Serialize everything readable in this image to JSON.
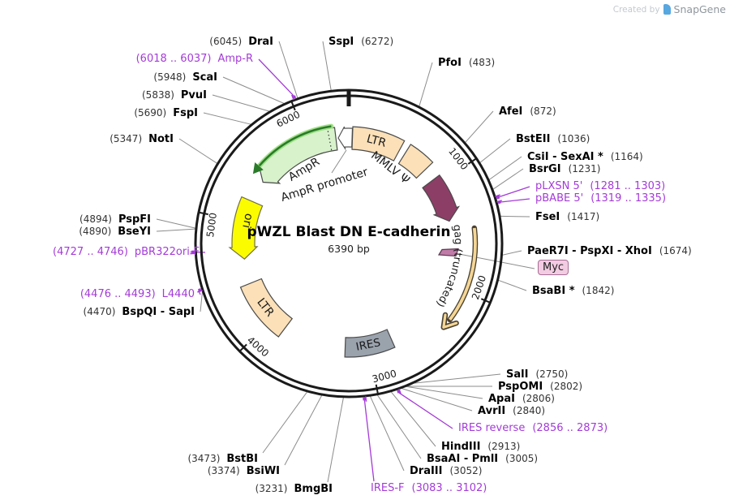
{
  "watermark": {
    "created_by": "Created by",
    "brand": "SnapGene"
  },
  "plasmid": {
    "title": "pWZL Blast DN E-cadherin",
    "length_label": "6390 bp",
    "tick_labels": [
      "1000",
      "2000",
      "3000",
      "4000",
      "5000",
      "6000"
    ]
  },
  "features": {
    "ampr": {
      "label": "AmpR",
      "color": "#D8F2CC"
    },
    "ampr_promoter": {
      "label": "AmpR promoter",
      "color": "#FFFFFF"
    },
    "ltr5": {
      "label": "LTR",
      "color": "#FBE0B8"
    },
    "mmlv_psi": {
      "label": "MMLV Ψ",
      "color": "#FBE0B8"
    },
    "gag": {
      "label": "gag (truncated)",
      "color": "#8C3E66"
    },
    "myc": {
      "label": "Myc",
      "color": "#C07BA8"
    },
    "ires": {
      "label": "IRES",
      "color": "#9AA2AC"
    },
    "ltr3": {
      "label": "LTR",
      "color": "#FBE0B8"
    },
    "ori": {
      "label": "ori",
      "color": "#FCFC00"
    }
  },
  "labels": [
    {
      "type": "enzyme",
      "name": "DraI",
      "pos": "(6045)"
    },
    {
      "type": "primer",
      "name": "Amp-R",
      "pos": "(6018 .. 6037)"
    },
    {
      "type": "enzyme",
      "name": "ScaI",
      "pos": "(5948)"
    },
    {
      "type": "enzyme",
      "name": "PvuI",
      "pos": "(5838)"
    },
    {
      "type": "enzyme",
      "name": "FspI",
      "pos": "(5690)"
    },
    {
      "type": "enzyme",
      "name": "NotI",
      "pos": "(5347)"
    },
    {
      "type": "enzyme",
      "name": "PspFI",
      "pos": "(4894)"
    },
    {
      "type": "enzyme",
      "name": "BseYI",
      "pos": "(4890)"
    },
    {
      "type": "primer",
      "name": "pBR322ori-F",
      "pos": "(4727 .. 4746)"
    },
    {
      "type": "primer",
      "name": "L4440",
      "pos": "(4476 .. 4493)"
    },
    {
      "type": "enzyme",
      "name": "BspQI - SapI",
      "pos": "(4470)"
    },
    {
      "type": "enzyme",
      "name": "BstBI",
      "pos": "(3473)"
    },
    {
      "type": "enzyme",
      "name": "BsiWI",
      "pos": "(3374)"
    },
    {
      "type": "enzyme",
      "name": "BmgBI",
      "pos": "(3231)"
    },
    {
      "type": "primer",
      "name": "IRES-F",
      "pos": "(3083 .. 3102)"
    },
    {
      "type": "enzyme",
      "name": "SspI",
      "pos": "(6272)"
    },
    {
      "type": "enzyme",
      "name": "PfoI",
      "pos": "(483)"
    },
    {
      "type": "enzyme",
      "name": "AfeI",
      "pos": "(872)"
    },
    {
      "type": "enzyme",
      "name": "BstEII",
      "pos": "(1036)"
    },
    {
      "type": "enzyme",
      "name": "CsiI - SexAI *",
      "pos": "(1164)"
    },
    {
      "type": "enzyme",
      "name": "BsrGI",
      "pos": "(1231)"
    },
    {
      "type": "primer",
      "name": "pLXSN 5'",
      "pos": "(1281 .. 1303)"
    },
    {
      "type": "primer",
      "name": "pBABE 5'",
      "pos": "(1319 .. 1335)"
    },
    {
      "type": "enzyme",
      "name": "FseI",
      "pos": "(1417)"
    },
    {
      "type": "enzyme",
      "name": "PaeR7I - PspXI - XhoI",
      "pos": "(1674)"
    },
    {
      "type": "enzyme",
      "name": "BsaBI *",
      "pos": "(1842)"
    },
    {
      "type": "enzyme",
      "name": "SalI",
      "pos": "(2750)"
    },
    {
      "type": "enzyme",
      "name": "PspOMI",
      "pos": "(2802)"
    },
    {
      "type": "enzyme",
      "name": "ApaI",
      "pos": "(2806)"
    },
    {
      "type": "enzyme",
      "name": "AvrII",
      "pos": "(2840)"
    },
    {
      "type": "primer",
      "name": "IRES reverse",
      "pos": "(2856 .. 2873)"
    },
    {
      "type": "enzyme",
      "name": "HindIII",
      "pos": "(2913)"
    },
    {
      "type": "enzyme",
      "name": "BsaAI - PmlI",
      "pos": "(3005)"
    },
    {
      "type": "enzyme",
      "name": "DraIII",
      "pos": "(3052)"
    }
  ],
  "colors": {
    "ring": "#1A1A1A",
    "connector": "#8C8C8C",
    "primer_purple": "#A43BD8",
    "feature_stroke": "#4A4A4A",
    "green_arc": "#2A7A2A",
    "green_halo": "#9FE085",
    "orange_arc_fill": "#F5D695",
    "orange_arc_edge": "#4A4132"
  }
}
